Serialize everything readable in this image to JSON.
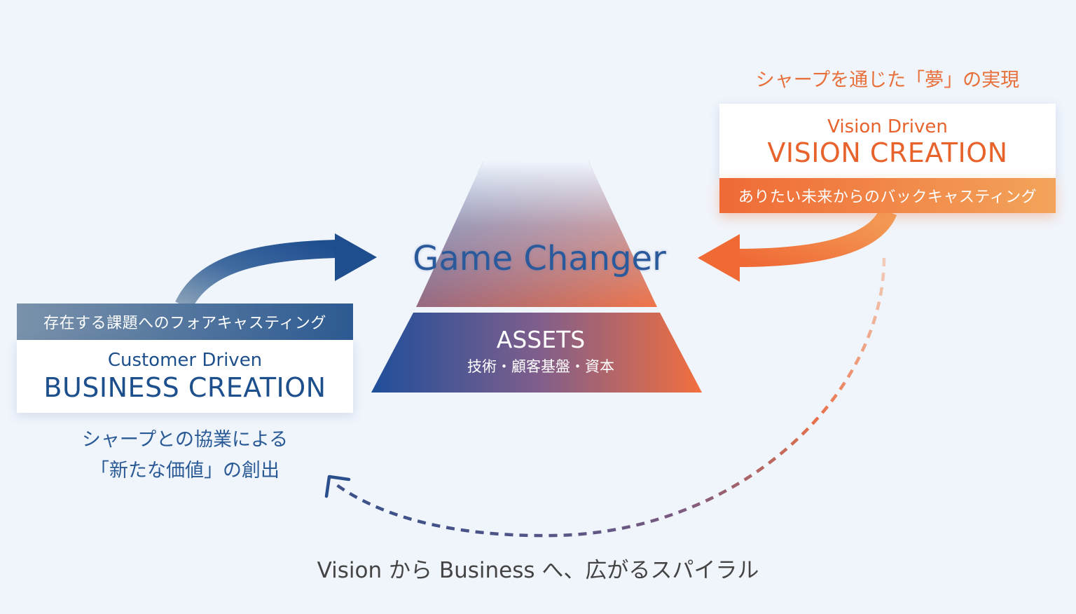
{
  "pyramid": {
    "title": "Game Changer",
    "base_title": "ASSETS",
    "base_subtitle": "技術・顧客基盤・資本"
  },
  "left_block": {
    "band_text": "存在する課題へのフォアキャスティング",
    "subtitle": "Customer Driven",
    "title": "BUSINESS CREATION",
    "caption_line1": "シャープとの協業による",
    "caption_line2": "「新たな価値」の創出"
  },
  "right_block": {
    "caption": "シャープを通じた「夢」の実現",
    "subtitle": "Vision Driven",
    "title": "VISION CREATION",
    "band_text": "ありたい未来からのバックキャスティング"
  },
  "bottom_caption": "Vision から Business へ、広がるスパイラル",
  "colors": {
    "blue": "#1d4f8c",
    "orange": "#f0703a",
    "background": "#f0f5fc"
  }
}
